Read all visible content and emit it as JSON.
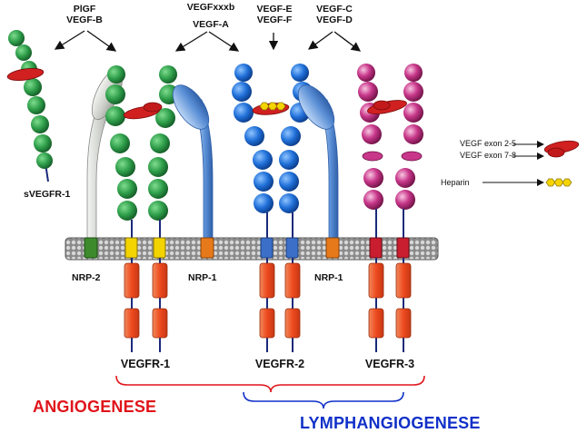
{
  "ligands": {
    "plgf_vegfb": [
      "PlGF",
      "VEGF-B"
    ],
    "vegfxxxb": "VEGFxxxb",
    "vegfa": "VEGF-A",
    "vegfe_f": [
      "VEGF-E",
      "VEGF-F"
    ],
    "vegfc_d": [
      "VEGF-C",
      "VEGF-D"
    ]
  },
  "receptors": {
    "svegfr1": "sVEGFR-1",
    "nrp2": "NRP-2",
    "nrp1_left": "NRP-1",
    "nrp1_right": "NRP-1",
    "vegfr1": "VEGFR-1",
    "vegfr2": "VEGFR-2",
    "vegfr3": "VEGFR-3"
  },
  "legend": {
    "exon25": "VEGF exon 2-5",
    "exon78": "VEGF exon 7-8",
    "heparin": "Heparin"
  },
  "processes": {
    "angiogenese": "ANGIOGENESE",
    "lymphangiogenese": "LYMPHANGIOGENESE"
  },
  "colors": {
    "green": "#2e9e4a",
    "blue": "#2a73d6",
    "magenta": "#c0307a",
    "red": "#e02424",
    "orange": "#ee5a2a",
    "yellow": "#f5d400",
    "membrane": "#666666",
    "nrp1": "#6aa0e0",
    "nrp2": "#d9dcd6"
  }
}
